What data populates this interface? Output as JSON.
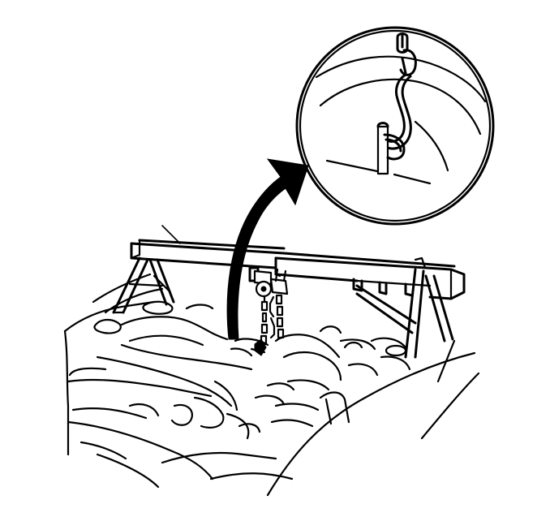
{
  "figure": {
    "background_color": "#ffffff",
    "line_color": "#000000",
    "parts": [
      "engine-compartment",
      "engine-support-beam",
      "chain-hoist",
      "lift-chain",
      "direction-arrow",
      "detail-inset-hook"
    ]
  }
}
